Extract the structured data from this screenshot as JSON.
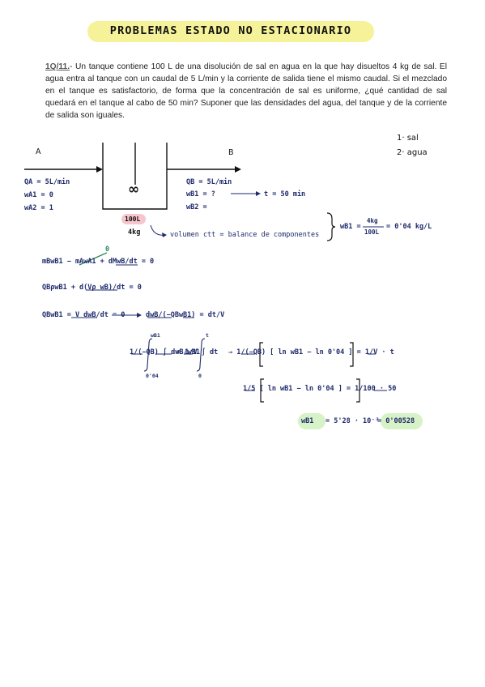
{
  "title": "PROBLEMAS ESTADO NO ESTACIONARIO",
  "problem": {
    "number": "1Q/11.",
    "text": "- Un tanque contiene 100 L de una disolución de sal en agua en la que hay disueltos 4 kg de sal. El agua entra al tanque con un caudal de 5 L/min y la corriente de salida tiene el mismo caudal. Si el mezclado en el tanque es satisfactorio, de forma que la concentración de sal es uniforme, ¿qué cantidad de sal quedará en el tanque al cabo de 50 min? Suponer que las densidades del agua, del tanque y de la corriente de salida son iguales."
  },
  "diagram": {
    "label_a": "A",
    "label_b": "B",
    "stirrer": "∞",
    "legend_1": "1· sal",
    "legend_2": "2· agua",
    "inlet_flow": "QA = 5L/min",
    "inlet_w1": "wA1 = 0",
    "inlet_w2": "wA2 = 1",
    "outlet_flow": "QB = 5L/min",
    "outlet_w1": "wB1 = ?",
    "outlet_time": "t = 50 min",
    "outlet_w2": "wB2 =",
    "tank_volume": "100L",
    "tank_mass": "4kg",
    "balance_note": "volumen ctt = balance de componentes",
    "initial_w_lhs": "wB1 =",
    "initial_w_num": "4kg",
    "initial_w_den": "100L",
    "initial_w_res": "= 0'04 kg/L"
  },
  "equations": {
    "eq1": "mBwB1 − mAwA1 + dMwB/dt = 0",
    "eq1_zero": "0",
    "eq2": "QBρwB1 + d(Vρ wB)/dt = 0",
    "eq3": "QBwB1 = V dwB/dt = 0",
    "eq3_rhs": "dwB/(−QBwB1) = dt/V",
    "int_lhs": "1/(−QB) ∫ dwB/wB1",
    "int_lo": "0'04",
    "int_hi": "wB1",
    "int_mid": "= 1/V ∫ dt",
    "int_t_lo": "0",
    "int_t_hi": "t",
    "int_res": "⇒ 1/(−QB) [ ln wB1 − ln 0'04 ] = 1/V · t",
    "sub": "1/5 [ ln wB1 − ln 0'04 ] = 1/100 · 50",
    "result_lhs": "wB1",
    "result_mid": "= 5'28 · 10⁻³",
    "result_val": "= 0'00528"
  }
}
